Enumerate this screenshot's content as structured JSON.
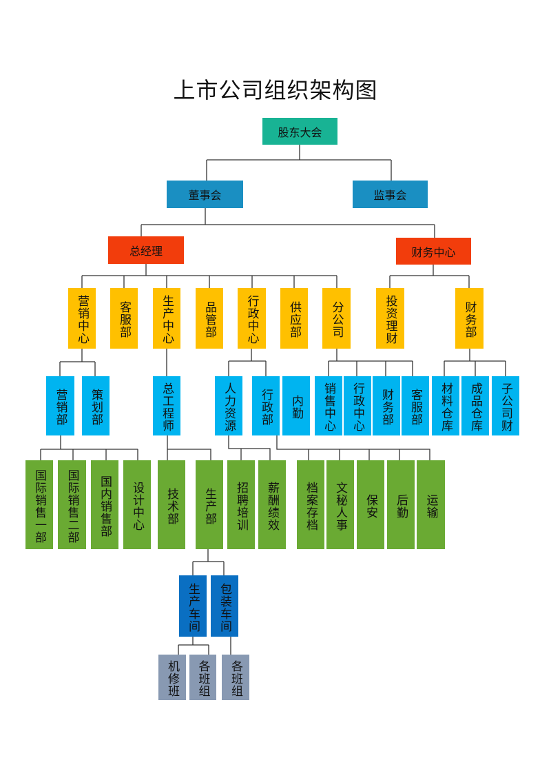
{
  "title": "上市公司组织架构图",
  "colors": {
    "shareholders": "#18b394",
    "board": "#1a8fc2",
    "executive": "#f23d0c",
    "center": "#ffc000",
    "department": "#00b4f0",
    "section": "#6aaa33",
    "workshop": "#0a6fc2",
    "team": "#8899b2",
    "line": "#333333"
  },
  "level1": {
    "shareholders": "股东大会"
  },
  "level2": {
    "board": "董事会",
    "supervisors": "监事会"
  },
  "level3": {
    "gm": "总经理",
    "finance_center": "财务中心"
  },
  "level4": [
    "营销中心",
    "客服部",
    "生产中心",
    "品管部",
    "行政中心",
    "供应部",
    "分公司",
    "投资理财",
    "财务部"
  ],
  "level5": [
    "营销部",
    "策划部",
    "总工程师",
    "人力资源",
    "行政部",
    "内勤",
    "销售中心",
    "行政中心",
    "财务部",
    "客服部",
    "材料仓库",
    "成品仓库",
    "子公司财"
  ],
  "level6": [
    "国际销售一部",
    "国际销售二部",
    "国内销售部",
    "设计中心",
    "技术部",
    "生产部",
    "招聘培训",
    "薪酬绩效",
    "档案存档",
    "文秘人事",
    "保安",
    "后勤",
    "运输"
  ],
  "level7": [
    "生产车间",
    "包装车间"
  ],
  "level8": [
    "机修班",
    "各班组",
    "各班组"
  ]
}
